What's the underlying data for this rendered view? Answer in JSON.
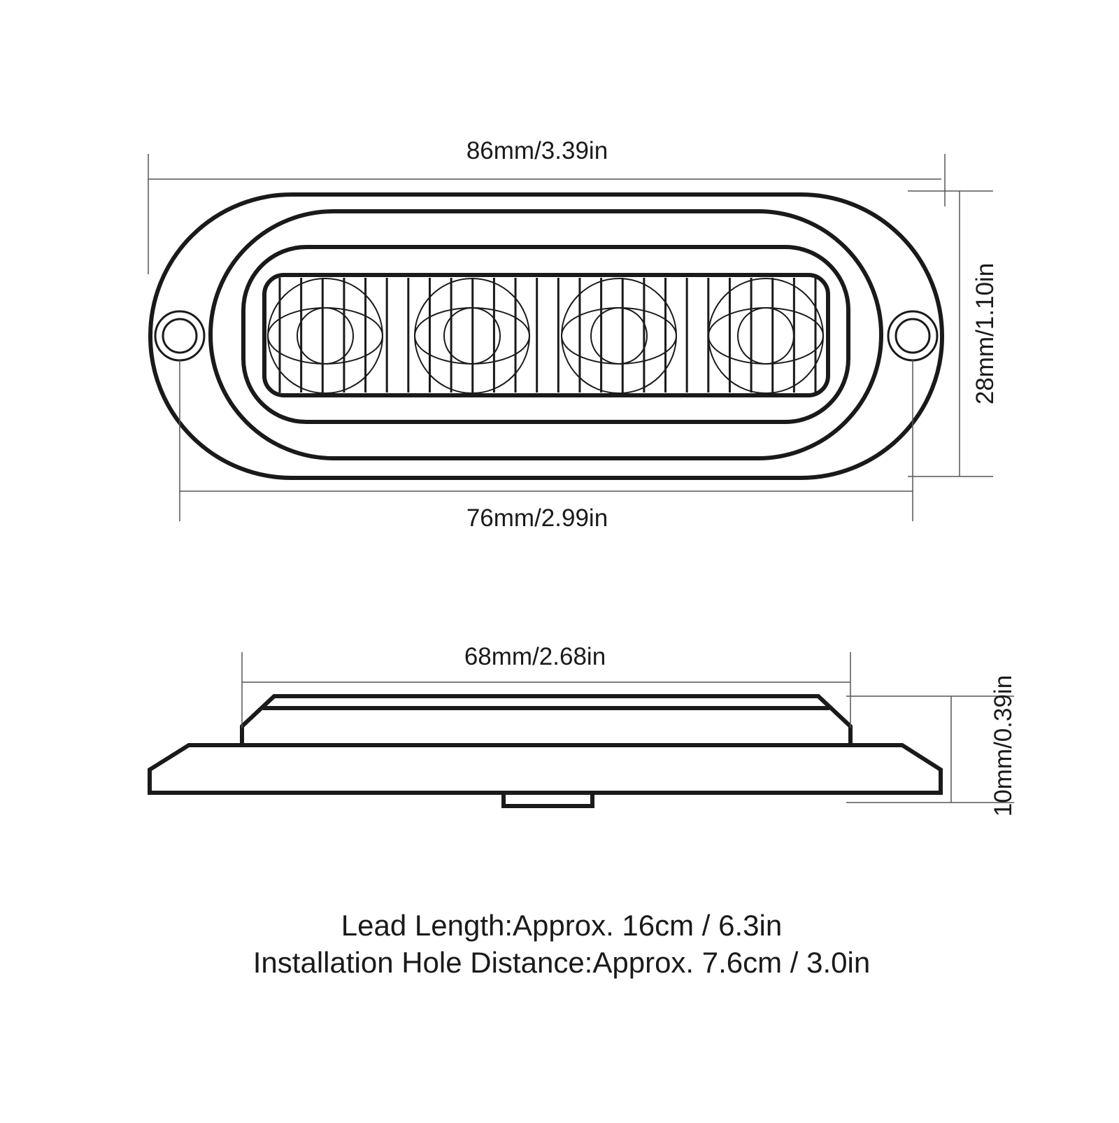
{
  "front_view": {
    "overall_width": "86mm/3.39in",
    "height": "28mm/1.10in",
    "hole_spacing": "76mm/2.99in",
    "led_count": 4
  },
  "side_view": {
    "top_width": "68mm/2.68in",
    "thickness": "10mm/0.39in"
  },
  "notes": {
    "lead_length": "Lead Length:Approx. 16cm / 6.3in",
    "hole_distance": "Installation Hole Distance:Approx. 7.6cm / 3.0in"
  }
}
